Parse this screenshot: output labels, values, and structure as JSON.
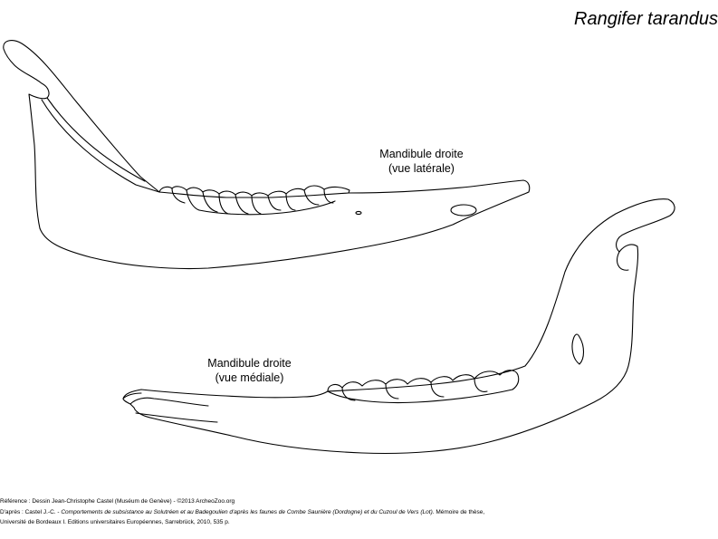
{
  "title": "Rangifer tarandus",
  "labels": {
    "lateral": {
      "line1": "Mandibule droite",
      "line2": "(vue latérale)"
    },
    "medial": {
      "line1": "Mandibule droite",
      "line2": "(vue médiale)"
    }
  },
  "credits": {
    "line1": "Référence : Dessin Jean-Christophe Castel (Muséum de Genève) - ©2013 ArcheoZoo.org",
    "line2_prefix": "D'après : Castel J.-C. - ",
    "line2_title": "Comportements de subsistance au Solutréen et au Badegoulien d'après les faunes de Combe Saunière (Dordogne) et du Cuzoul de Vers (Lot)",
    "line2_suffix": ". Mémoire de thèse,",
    "line3": "Université de Bordeaux I. Editions universitaires Européennes, Sarrebrück, 2010, 535 p."
  }
}
